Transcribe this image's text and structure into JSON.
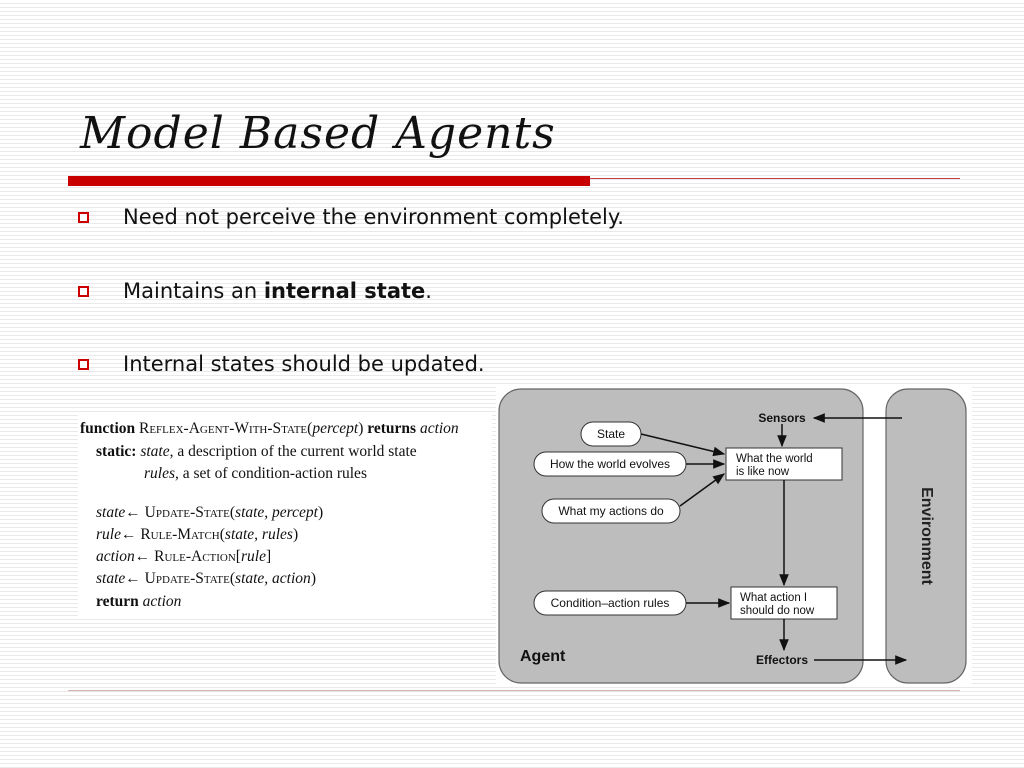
{
  "slide": {
    "title": "Model Based Agents",
    "bullets": [
      {
        "text": "Need not perceive the environment completely."
      },
      {
        "text_before": "Maintains an ",
        "bold": "internal state",
        "text_after": "."
      },
      {
        "text": "Internal states should be updated."
      }
    ]
  },
  "pseudocode": {
    "l1_kw": "function",
    "l1_name": "Reflex-Agent-With-State(",
    "l1_arg": "percept",
    "l1_close": ")",
    "l1_ret": "returns",
    "l1_action": "action",
    "l2_kw": "static:",
    "l2_var": "state",
    "l2_desc": ", a description of the current world state",
    "l3_var": "rules",
    "l3_desc": ", a set of condition-action rules",
    "l4_var": "state",
    "l4_fn": "Update-State(",
    "l4_args": "state, percept",
    "l4_close": ")",
    "l5_var": "rule",
    "l5_fn": "Rule-Match(",
    "l5_args": "state, rules",
    "l5_close": ")",
    "l6_var": "action",
    "l6_fn": "Rule-Action[",
    "l6_args": "rule",
    "l6_close": "]",
    "l7_var": "state",
    "l7_fn": "Update-State(",
    "l7_args": "state, action",
    "l7_close": ")",
    "l8_kw": "return",
    "l8_var": "action",
    "arrow": "←"
  },
  "diagram": {
    "sensors": "Sensors",
    "effectors": "Effectors",
    "agent": "Agent",
    "environment": "Environment",
    "state": "State",
    "world_evolves": "How the world evolves",
    "my_actions": "What my actions do",
    "condition_rules": "Condition–action rules",
    "world_now_1": "What the world",
    "world_now_2": "is like now",
    "action_now_1": "What action I",
    "action_now_2": "should do now"
  }
}
